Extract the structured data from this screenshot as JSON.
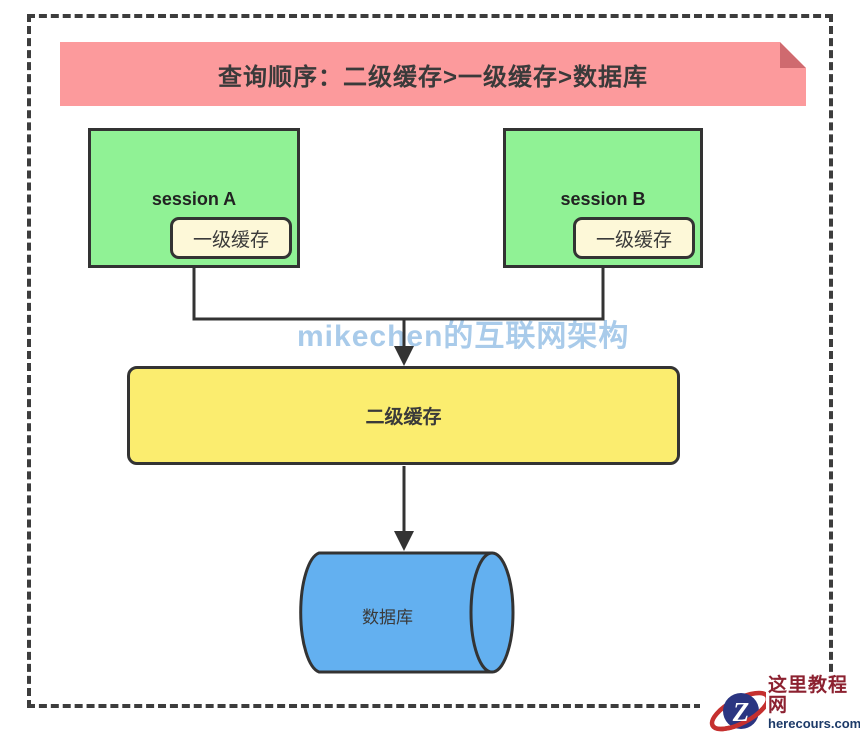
{
  "banner": {
    "text": "查询顺序：二级缓存>一级缓存>数据库"
  },
  "sessions": [
    {
      "label": "session A",
      "cache_label": "一级缓存"
    },
    {
      "label": "session B",
      "cache_label": "一级缓存"
    }
  ],
  "second_level_cache": {
    "label": "二级缓存"
  },
  "database": {
    "label": "数据库"
  },
  "watermark": {
    "text": "mikechen的互联网架构"
  },
  "logo": {
    "monogram": "Z",
    "site_name": "这里教程网",
    "site_domain": "herecours.com"
  },
  "colors": {
    "frame_dark": "#3d3d3d",
    "line_dark": "#333333",
    "banner_pink": "#fc9a9c",
    "banner_fold": "#cf6a6f",
    "session_green": "#90f295",
    "cache_cream": "#fdf8d8",
    "l2_yellow": "#fbed6f",
    "db_blue": "#63b0f0",
    "watermark_blue": "#a9cbea",
    "logo_navy": "#2b3581",
    "logo_red": "#c5302f",
    "site_name_red": "#8c2130",
    "domain_navy": "#1c3a68",
    "text_dark": "#2f2f2f"
  }
}
